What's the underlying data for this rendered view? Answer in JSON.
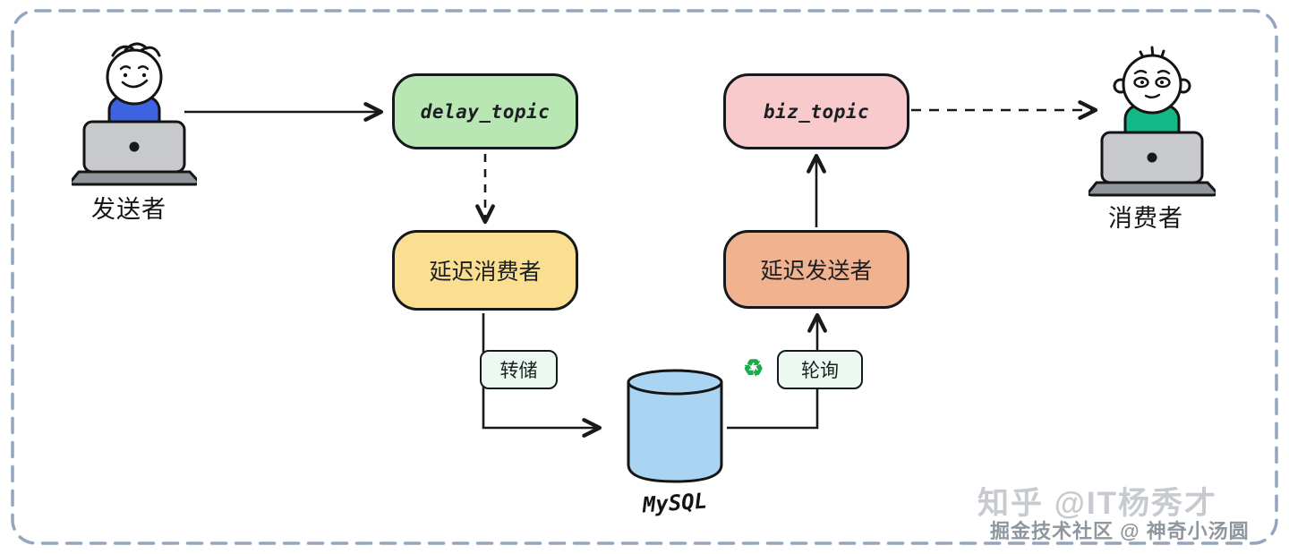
{
  "diagram": {
    "actors": {
      "sender": {
        "label": "发送者"
      },
      "consumer": {
        "label": "消费者"
      }
    },
    "nodes": {
      "delay_topic": {
        "label": "delay_topic",
        "fill": "#b9e7b4"
      },
      "delay_consumer": {
        "label": "延迟消费者",
        "fill": "#fbdf91"
      },
      "dump": {
        "label": "转储",
        "fill": "#ebf9f1"
      },
      "mysql": {
        "label": "MySQL",
        "fill": "#a9d4f2"
      },
      "poll": {
        "label": "轮询",
        "fill": "#ebf9f1"
      },
      "delay_sender": {
        "label": "延迟发送者",
        "fill": "#f0b28f"
      },
      "biz_topic": {
        "label": "biz_topic",
        "fill": "#f8cacc"
      }
    },
    "icons": {
      "recycle": "♻"
    },
    "watermarks": {
      "zhihu": "知乎 @IT杨秀才",
      "juejin": "掘金技术社区 @ 神奇小汤圆"
    }
  }
}
